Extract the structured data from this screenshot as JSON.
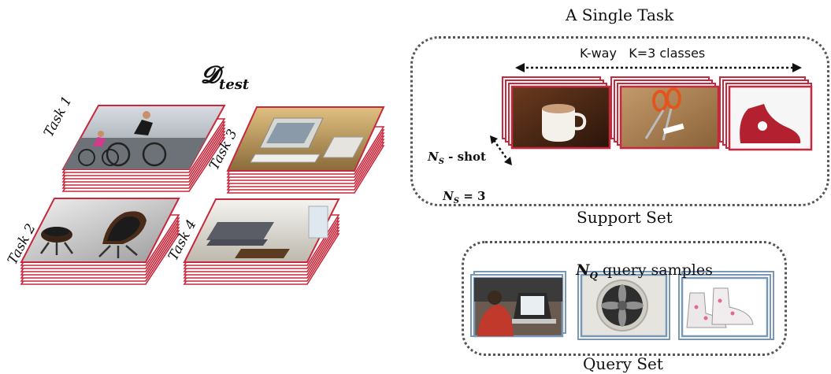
{
  "dataset": {
    "symbol": "𝓓",
    "subscript": "test"
  },
  "tasks": [
    {
      "label": "Task 1",
      "image": "cyclists-icon"
    },
    {
      "label": "Task 3",
      "image": "computer-desk-icon"
    },
    {
      "label": "Task 2",
      "image": "lounge-chairs-icon"
    },
    {
      "label": "Task 4",
      "image": "living-room-icon"
    }
  ],
  "single_task": {
    "title": "A Single Task",
    "kway_text": "K-way   K=3 classes",
    "ns_shot_symbol": "N",
    "ns_shot_sub": "S",
    "ns_shot_text": " - shot",
    "ns_eq_text": " = 3",
    "support_images": [
      "coffee-cup-icon",
      "scissors-icon",
      "sneakers-icon"
    ],
    "support_label": "Support Set"
  },
  "query": {
    "nq_symbol": "N",
    "nq_sub": "Q",
    "nq_text": " query samples",
    "images": [
      "laptop-person-icon",
      "fan-vent-icon",
      "boots-icon"
    ],
    "label": "Query Set"
  },
  "colors": {
    "support_frame": "#c8283c",
    "query_frame": "#7a98b4",
    "dotted": "#555555"
  }
}
